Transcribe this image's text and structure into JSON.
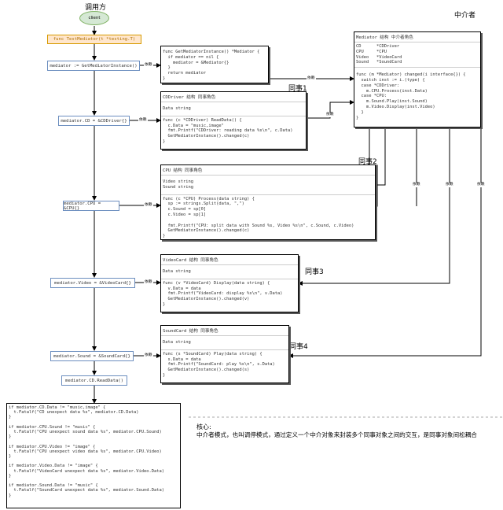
{
  "caller_title": "调用方",
  "client_label": "client",
  "test_func": "func TestMediator(t *testing.T)",
  "mediator_title": "中介者",
  "steps": {
    "get_mediator": "mediator := GetMediatorInstance()",
    "cd": "mediator.CD = &CDDriver{}",
    "cpu": "mediator.CPU = &CPU{}",
    "video": "mediator.Video = &VideoCard{}",
    "sound": "mediator.Sound = &SoundCard{}",
    "read": "mediator.CD.ReadData()"
  },
  "edge_label": "依赖",
  "getinst_code": "func GetMediatorInstance() *Mediator {\n  if mediator == nil {\n    mediator = &Mediator{}\n  }\n  return mediator\n}",
  "mediator_box": {
    "header": "Mediator 结构  中介者角色",
    "fields": "CD      *CDDriver\nCPU     *CPU\nVideo   *VideoCard\nSound   *SoundCard",
    "method": "func (m *Mediator) changed(i interface{}) {\n  switch inst := i.(type) {\n  case *CDDriver:\n    m.CPU.Process(inst.Data)\n  case *CPU:\n    m.Sound.Play(inst.Sound)\n    m.Video.Display(inst.Video)\n  }\n}"
  },
  "colleagues": [
    {
      "label": "同事1",
      "header": "CDDriver 结构  同事角色",
      "fields": "Data string",
      "method": "func (c *CDDriver) ReadData() {\n  c.Data = \"music,image\"\n  fmt.Printf(\"CDDriver: reading data %s\\n\", c.Data)\n  GetMediatorInstance().changed(c)\n}"
    },
    {
      "label": "同事2",
      "header": "CPU 结构  同事角色",
      "fields": "Video string\nSound string",
      "method": "func (c *CPU) Process(data string) {\n  sp := strings.Split(data, \",\")\n  c.Sound = sp[0]\n  c.Video = sp[1]\n\n  fmt.Printf(\"CPU: split data with Sound %s, Video %s\\n\", c.Sound, c.Video)\n  GetMediatorInstance().changed(c)\n}"
    },
    {
      "label": "同事3",
      "header": "VideoCard 结构  同事角色",
      "fields": "Data string",
      "method": "func (v *VideoCard) Display(data string) {\n  v.Data = data\n  fmt.Printf(\"VideoCard: display %s\\n\", v.Data)\n  GetMediatorInstance().changed(v)\n}"
    },
    {
      "label": "同事4",
      "header": "SoundCard 结构  同事角色",
      "fields": "Data string",
      "method": "func (s *SoundCard) Play(data string) {\n  s.Data = data\n  fmt.Printf(\"SoundCard: play %s\\n\", s.Data)\n  GetMediatorInstance().changed(s)\n}"
    }
  ],
  "checks_code": "if mediator.CD.Data != \"music,image\" {\n  t.Fatalf(\"CD unexpect data %s\", mediator.CD.Data)\n}\n\nif mediator.CPU.Sound != \"music\" {\n  t.Fatalf(\"CPU unexpect sound data %s\", mediator.CPU.Sound)\n}\n\nif mediator.CPU.Video != \"image\" {\n  t.Fatalf(\"CPU unexpect video data %s\", mediator.CPU.Video)\n}\n\nif mediator.Video.Data != \"image\" {\n  t.Fatalf(\"VideoCard unexpect data %s\", mediator.Video.Data)\n}\n\nif mediator.Sound.Data != \"music\" {\n  t.Fatalf(\"SoundCard unexpect data %s\", mediator.Sound.Data)\n}",
  "core_title": "核心:",
  "core_text": "中介者模式，也叫调停模式，通过定义一个中介对象来封装多个同事对象之间的交互，是同事对象间松耦合",
  "colors": {
    "ellipse_fill": "#d5e8d4",
    "ellipse_stroke": "#82b366",
    "test_fill": "#ffe6cc",
    "test_stroke": "#d79b00",
    "step_stroke": "#6c8ebf"
  }
}
